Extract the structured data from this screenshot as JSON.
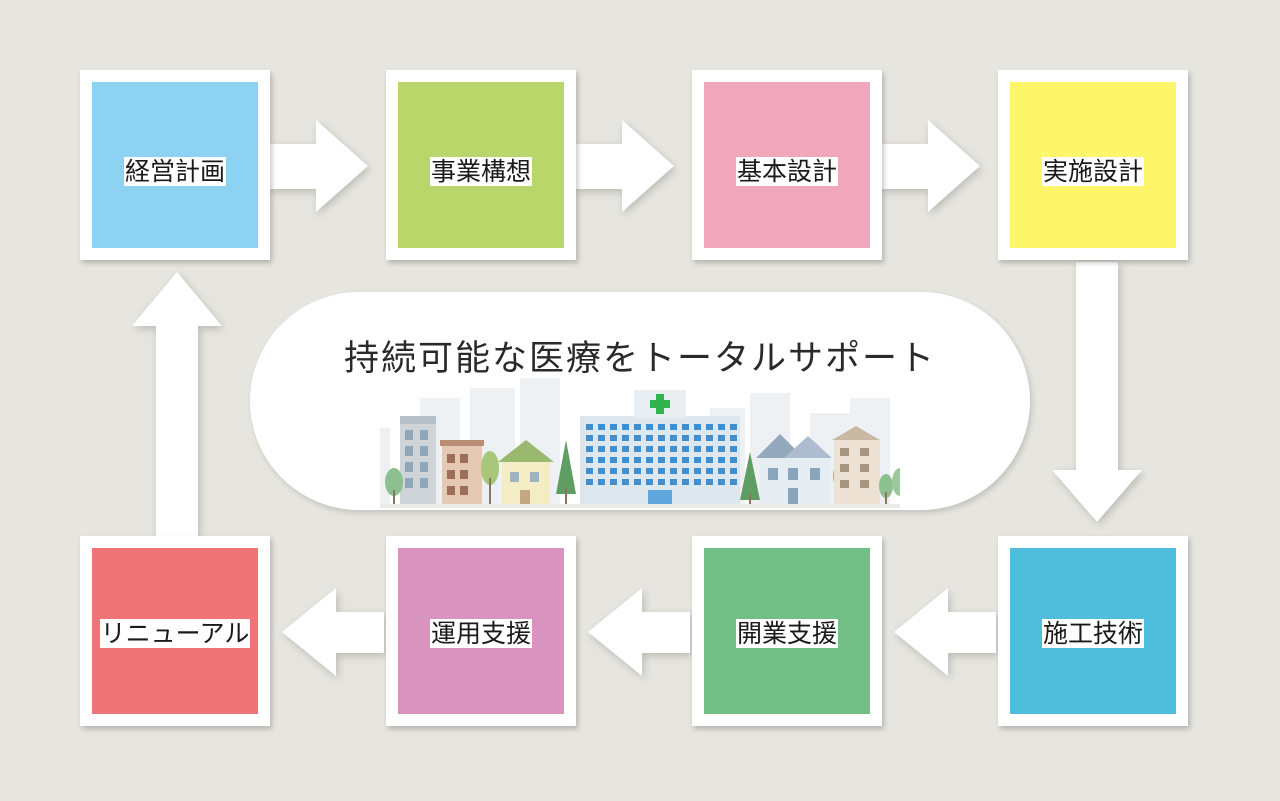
{
  "colors": {
    "background": "#e6e5df",
    "box_border": "#ffffff",
    "arrow": "#ffffff"
  },
  "steps": [
    {
      "label": "経営計画",
      "color": "#8ed2f3"
    },
    {
      "label": "事業構想",
      "color": "#b8d66a"
    },
    {
      "label": "基本設計",
      "color": "#f0a6bb"
    },
    {
      "label": "実施設計",
      "color": "#fdf56a"
    },
    {
      "label": "施工技術",
      "color": "#4ebedc"
    },
    {
      "label": "開業支援",
      "color": "#72bf86"
    },
    {
      "label": "運用支援",
      "color": "#d893bf"
    },
    {
      "label": "リニューアル",
      "color": "#ee7478"
    }
  ],
  "center": {
    "title": "持続可能な医療をトータルサポート",
    "illustration": "hospital-cityscape",
    "hospital_cross_color": "#2fb34a"
  }
}
